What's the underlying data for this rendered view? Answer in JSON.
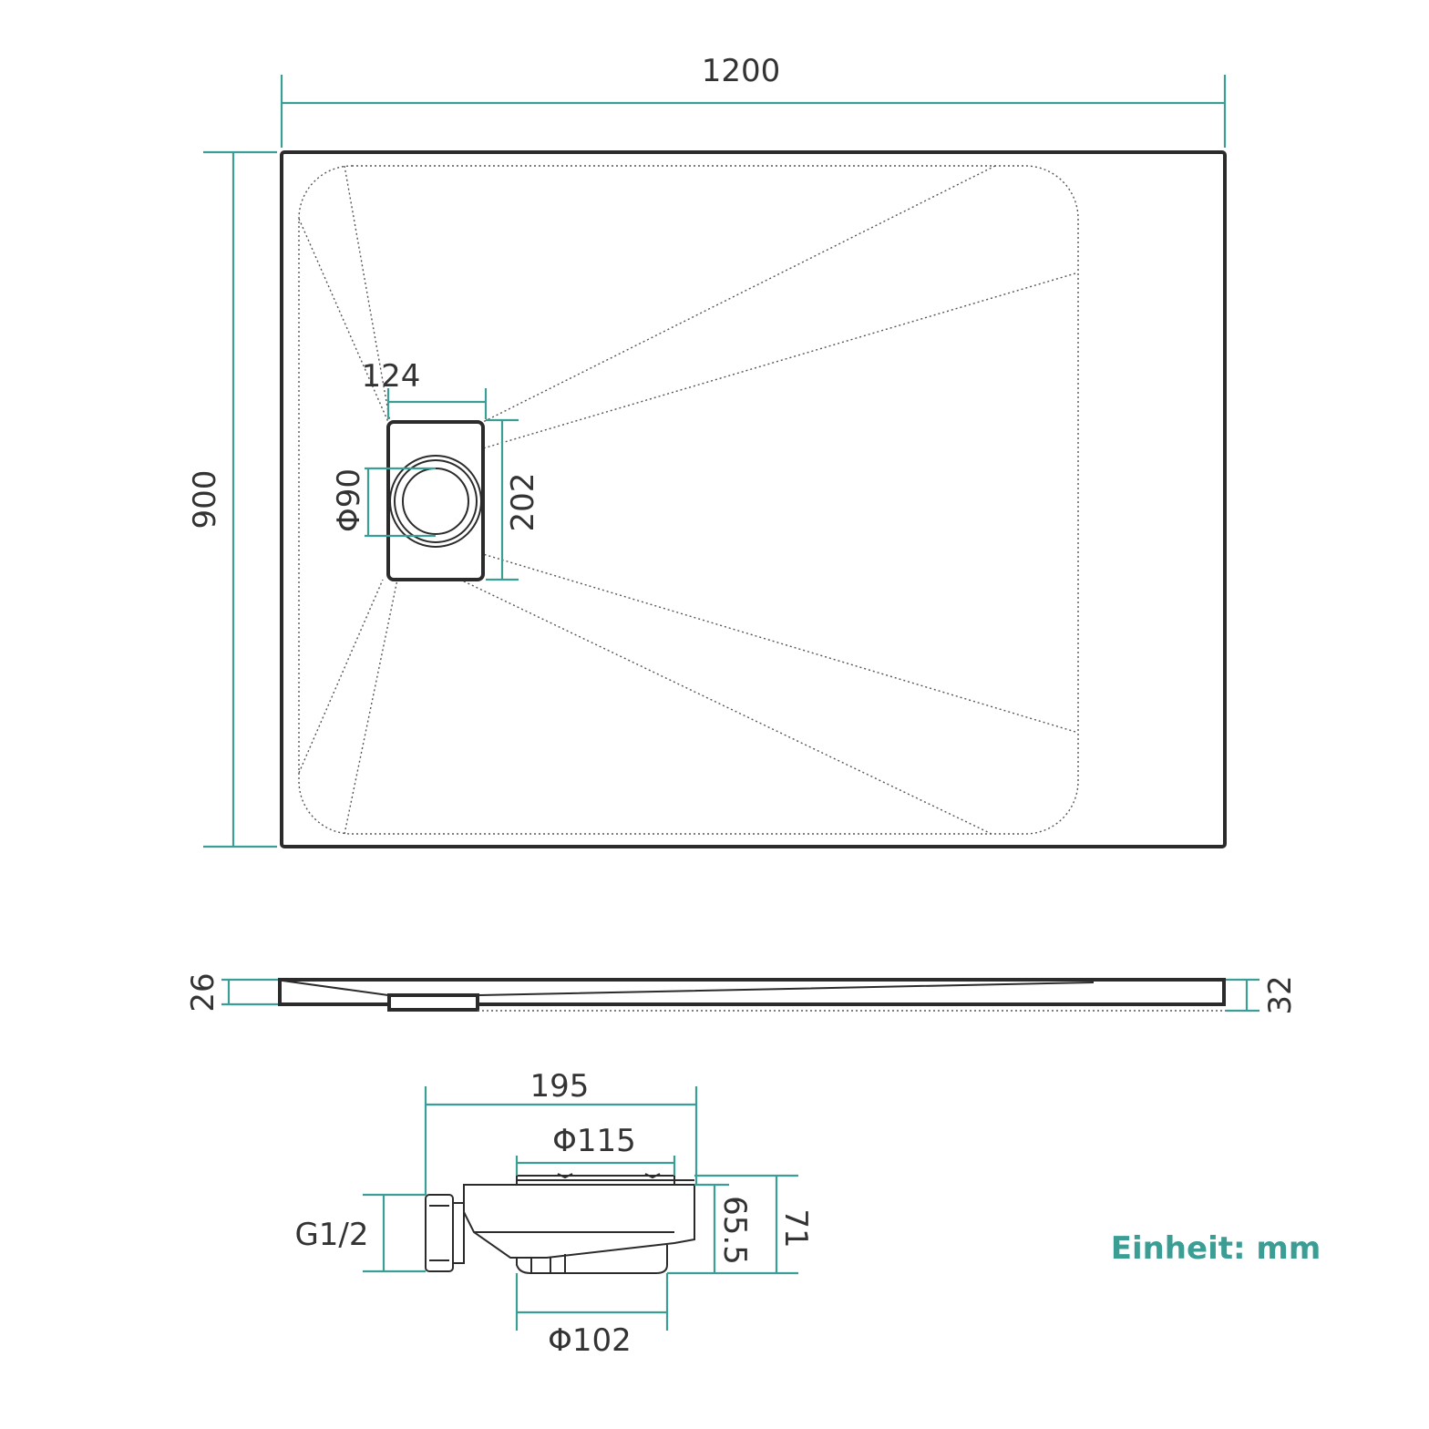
{
  "colors": {
    "dimension": "#3a9e94",
    "outline": "#2b2b2b",
    "text": "#333333"
  },
  "top_view": {
    "width": "1200",
    "depth": "900",
    "drain_cover_width": "124",
    "drain_cover_length": "202",
    "drain_hole_diameter": "Φ90"
  },
  "side_view": {
    "height_left": "26",
    "height_right": "32"
  },
  "waste_trap": {
    "total_width": "195",
    "top_diameter": "Φ115",
    "body_height": "65.5",
    "total_height": "71",
    "outlet_thread": "G1/2",
    "bottom_diameter": "Φ102"
  },
  "unit_label": "Einheit: mm"
}
